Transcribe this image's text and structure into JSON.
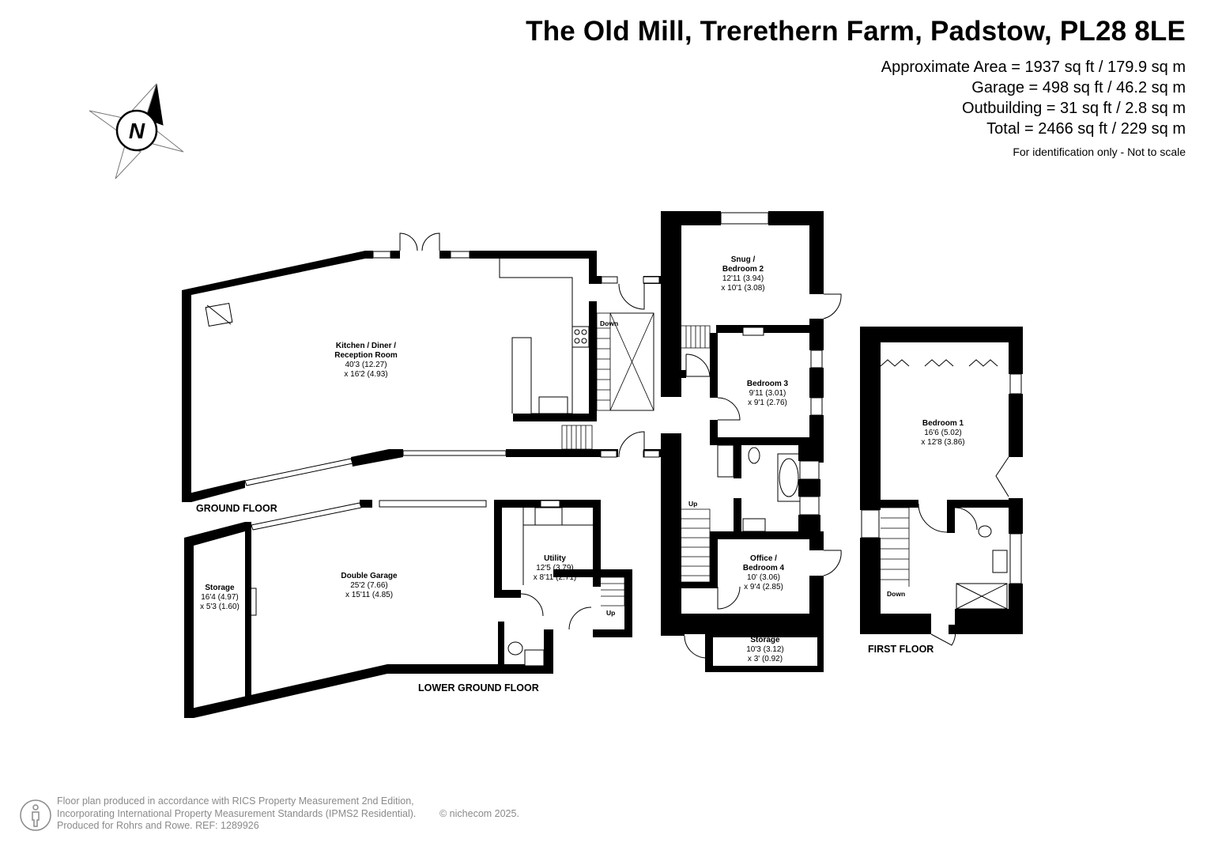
{
  "header": {
    "title": "The Old Mill, Trerethern Farm, Padstow, PL28 8LE",
    "areas": [
      "Approximate Area = 1937 sq ft / 179.9 sq m",
      "Garage = 498 sq ft / 46.2 sq m",
      "Outbuilding = 31 sq ft / 2.8 sq m",
      "Total = 2466 sq ft / 229 sq m"
    ],
    "note": "For identification only - Not to scale"
  },
  "compass": {
    "label": "N",
    "icon": "north-compass-icon"
  },
  "floors": {
    "ground": "GROUND FLOOR",
    "lower_ground": "LOWER GROUND FLOOR",
    "first": "FIRST FLOOR"
  },
  "rooms": {
    "kitchen": {
      "name1": "Kitchen / Diner /",
      "name2": "Reception Room",
      "dim1": "40'3 (12.27)",
      "dim2": "x 16'2 (4.93)"
    },
    "snug": {
      "name1": "Snug /",
      "name2": "Bedroom 2",
      "dim1": "12'11 (3.94)",
      "dim2": "x 10'1 (3.08)"
    },
    "bedroom3": {
      "name": "Bedroom 3",
      "dim1": "9'11 (3.01)",
      "dim2": "x 9'1 (2.76)"
    },
    "office": {
      "name1": "Office /",
      "name2": "Bedroom 4",
      "dim1": "10' (3.06)",
      "dim2": "x 9'4 (2.85)"
    },
    "storage_ground": {
      "name": "Storage",
      "dim1": "10'3 (3.12)",
      "dim2": "x 3' (0.92)"
    },
    "bedroom1": {
      "name": "Bedroom 1",
      "dim1": "16'6 (5.02)",
      "dim2": "x 12'8 (3.86)"
    },
    "double_garage": {
      "name": "Double Garage",
      "dim1": "25'2 (7.66)",
      "dim2": "x 15'11 (4.85)"
    },
    "storage_lower": {
      "name": "Storage",
      "dim1": "16'4 (4.97)",
      "dim2": "x 5'3 (1.60)"
    },
    "utility": {
      "name": "Utility",
      "dim1": "12'5 (3.79)",
      "dim2": "x 8'11 (2.71)"
    }
  },
  "stair_labels": {
    "down_ground": "Down",
    "up_ground": "Up",
    "up_lower": "Up",
    "down_first": "Down"
  },
  "footer": {
    "line1": "Floor plan produced in accordance with RICS Property Measurement 2nd Edition,",
    "line2": "Incorporating International Property Measurement Standards (IPMS2 Residential).",
    "copyright": "© nichecom 2025.",
    "line3": "Produced for Rohrs and Rowe.   REF:    1289926",
    "icon": "person-badge-icon"
  },
  "colors": {
    "wall": "#000000",
    "footer_text": "#8a8a8a",
    "window": "#ffffff"
  }
}
